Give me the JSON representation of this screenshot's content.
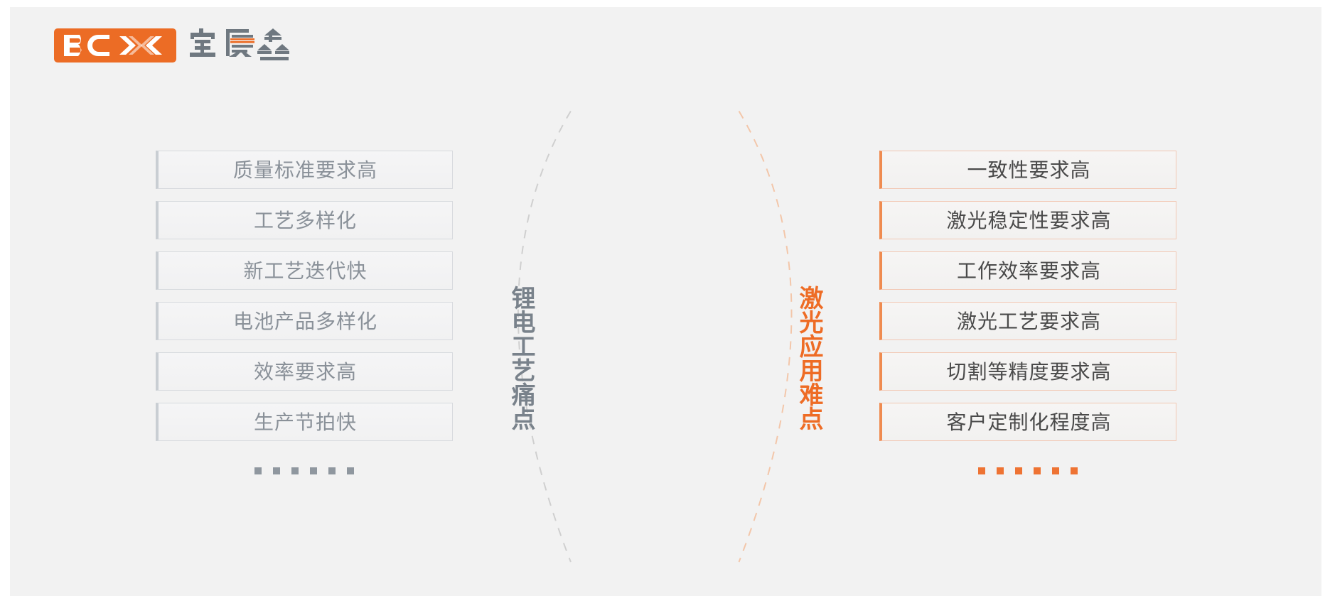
{
  "brand": {
    "logo_latin": "BCX",
    "logo_chinese": "宝辰鑫",
    "accent_color": "#ec6c25",
    "gray_color": "#79828b"
  },
  "left_panel": {
    "vertical_title": "锂电工艺痛点",
    "items": [
      {
        "label": "质量标准要求高"
      },
      {
        "label": "工艺多样化"
      },
      {
        "label": "新工艺迭代快"
      },
      {
        "label": "电池产品多样化"
      },
      {
        "label": "效率要求高"
      },
      {
        "label": "生产节拍快"
      }
    ],
    "ellipsis_dots": 6
  },
  "right_panel": {
    "vertical_title": "激光应用难点",
    "items": [
      {
        "label": "一致性要求高"
      },
      {
        "label": "激光稳定性要求高"
      },
      {
        "label": "工作效率要求高"
      },
      {
        "label": "激光工艺要求高"
      },
      {
        "label": "切割等精度要求高"
      },
      {
        "label": "客户定制化程度高"
      }
    ],
    "ellipsis_dots": 6
  },
  "decor": {
    "left_arc_color": "#cfcfcf",
    "right_arc_color": "#f3c6a9",
    "background": "#f2f2f2"
  }
}
